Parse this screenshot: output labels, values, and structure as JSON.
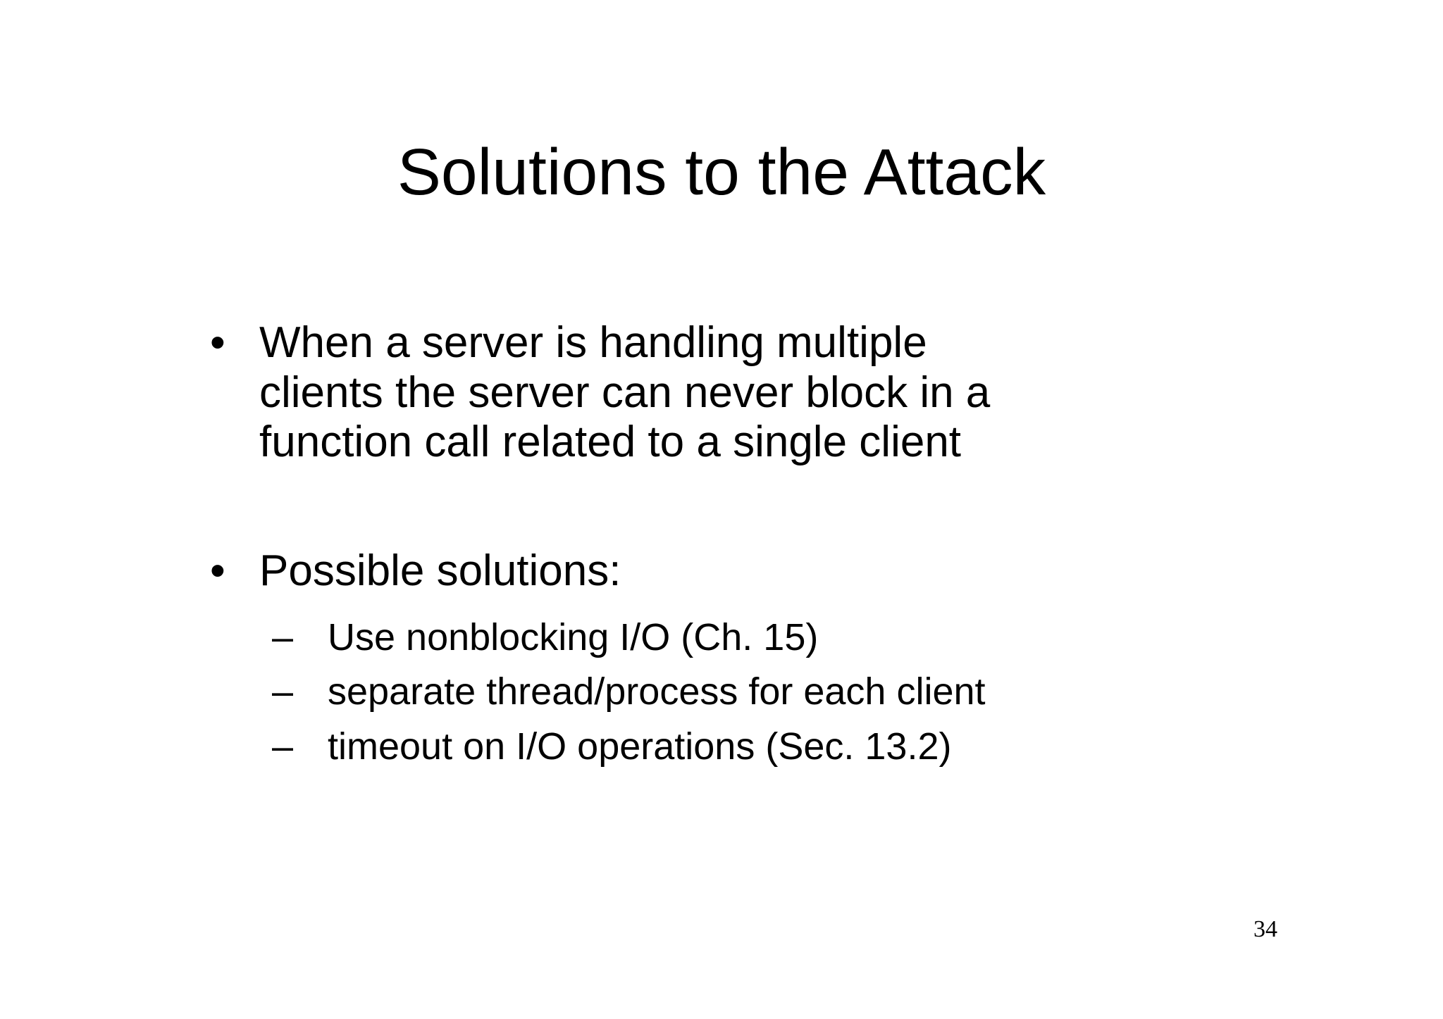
{
  "slide": {
    "title": "Solutions to the Attack",
    "page_number": "34",
    "background_color": "#ffffff",
    "text_color": "#000000",
    "bullets": [
      {
        "marker": "•",
        "lines": [
          "When a server is handling multiple",
          "clients the server can never block in a",
          "function call related to a single client"
        ]
      },
      {
        "marker": "•",
        "lines": [
          "Possible solutions:"
        ]
      }
    ],
    "sub_bullets": [
      {
        "marker": "–",
        "text": "Use nonblocking I/O (Ch. 15)"
      },
      {
        "marker": "–",
        "text": "separate thread/process for each client"
      },
      {
        "marker": "–",
        "text": "timeout on I/O operations (Sec. 13.2)"
      }
    ]
  }
}
